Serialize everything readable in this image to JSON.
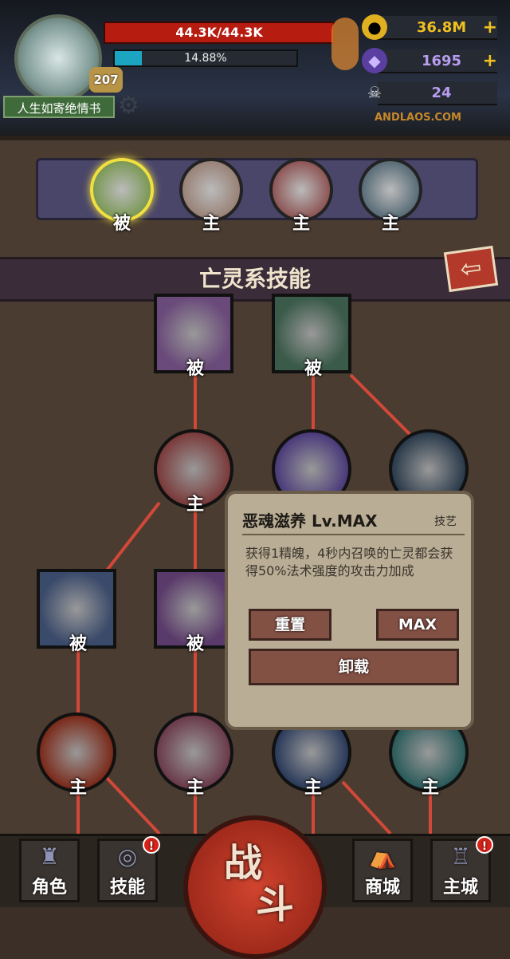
{
  "hud": {
    "player_name": "人生如寄绝情书",
    "level": "207",
    "hp": "44.3K/44.3K",
    "xp_text": "14.88%",
    "xp_percent": 14.88
  },
  "resources": [
    {
      "icon": "gold-coin-icon",
      "value": "36.8M",
      "has_plus": true,
      "color": "#f0c020"
    },
    {
      "icon": "purple-gem-icon",
      "value": "1695",
      "has_plus": true,
      "color": "#b79cf0"
    },
    {
      "icon": "ram-skull-icon",
      "value": "24",
      "has_plus": false,
      "color": "#b79cf0"
    }
  ],
  "watermark": "ANDLAOS.COM",
  "equipped": [
    {
      "type": "被",
      "icon": "green-rune-skill-icon",
      "selected": true
    },
    {
      "type": "主",
      "icon": "flaming-skulls-skill-icon"
    },
    {
      "type": "主",
      "icon": "screaming-ghost-skill-icon"
    },
    {
      "type": "主",
      "icon": "hooded-reaper-skill-icon"
    }
  ],
  "title": "亡灵系技能",
  "tree": [
    {
      "type": "被",
      "shape": "square",
      "icon": "cursed-book-skill-icon"
    },
    {
      "type": "被",
      "shape": "square",
      "icon": "coffin-skill-icon"
    },
    {
      "type": "主",
      "shape": "circle",
      "icon": "flaming-skulls-skill-icon"
    },
    {
      "type": "",
      "shape": "circle",
      "icon": "skeleton-summon-skill-icon"
    },
    {
      "type": "",
      "shape": "circle",
      "icon": "dark-portal-skill-icon"
    },
    {
      "type": "被",
      "shape": "square",
      "icon": "bleeding-cloak-skill-icon"
    },
    {
      "type": "被",
      "shape": "square",
      "icon": "cursed-dagger-skill-icon"
    },
    {
      "type": "主",
      "shape": "circle",
      "icon": "blood-drop-skill-icon"
    },
    {
      "type": "主",
      "shape": "circle",
      "icon": "screaming-ghost-skill-icon"
    },
    {
      "type": "主",
      "shape": "circle",
      "icon": "shadow-burst-skill-icon"
    },
    {
      "type": "主",
      "shape": "circle",
      "icon": "scythe-skill-icon"
    }
  ],
  "popup": {
    "title": "恶魂滋养 Lv.MAX",
    "tag": "技艺",
    "description": "获得1精魄，4秒内召唤的亡灵都会获得50%法术强度的攻击力加成",
    "reset": "重置",
    "max": "MAX",
    "unequip": "卸载"
  },
  "nav": {
    "role": "角色",
    "skills": "技能",
    "fight_1": "战",
    "fight_2": "斗",
    "shop": "商城",
    "city": "主城",
    "alert": "!"
  }
}
